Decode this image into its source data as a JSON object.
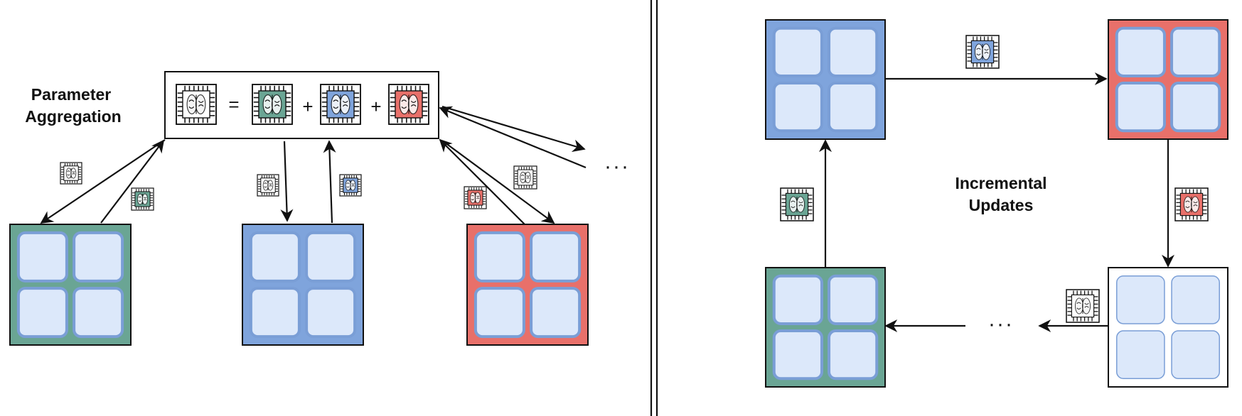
{
  "left_panel": {
    "label_line1": "Parameter",
    "label_line2": "Aggregation",
    "equation": {
      "equals": "=",
      "plus": "+"
    },
    "ellipsis": "···"
  },
  "right_panel": {
    "label_line1": "Incremental",
    "label_line2": "Updates",
    "ellipsis": "···"
  },
  "colors": {
    "green": "#6aa594",
    "blue": "#7fa4dc",
    "red": "#e8706a",
    "white": "#ffffff",
    "tile_fill": "#dce8fa",
    "tile_stroke": "#7a9ed6"
  },
  "icons": {
    "model_icon": "brain-chip-icon"
  }
}
